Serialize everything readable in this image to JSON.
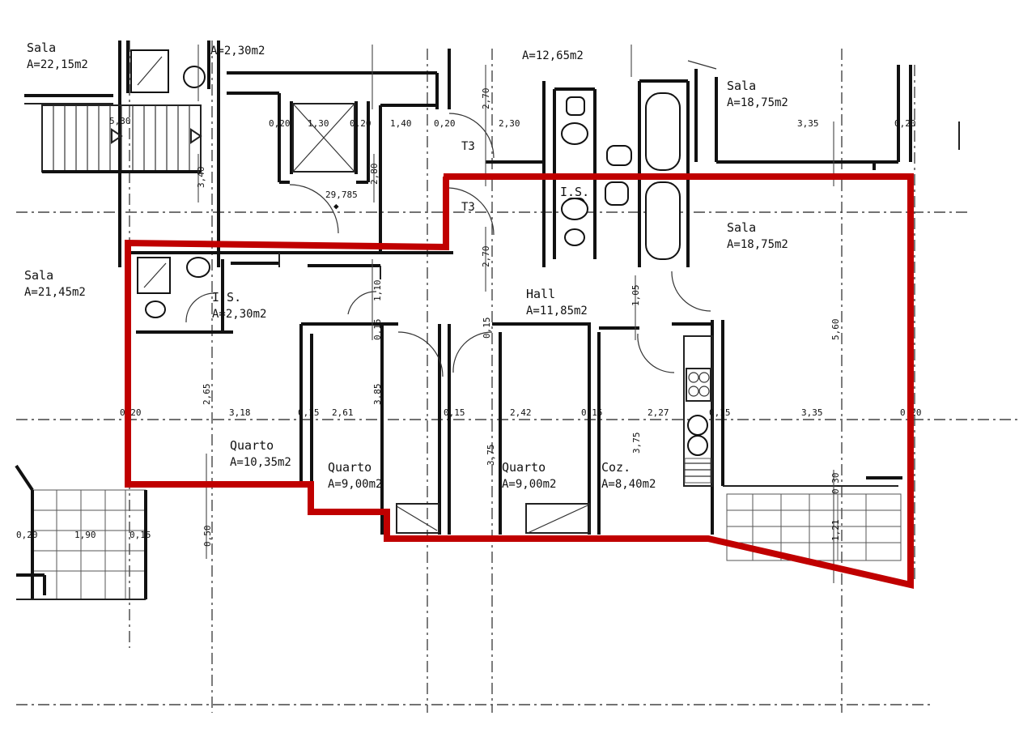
{
  "colors": {
    "outline": "#c00000",
    "lines": "#111111",
    "background": "#ffffff"
  },
  "rooms": {
    "sala_top_left": {
      "name": "Sala",
      "area": "A=22,15m2"
    },
    "sala_mid_left": {
      "name": "Sala",
      "area": "A=21,45m2"
    },
    "sala_top_right": {
      "name": "Sala",
      "area": "A=18,75m2"
    },
    "sala_right": {
      "name": "Sala",
      "area": "A=18,75m2"
    },
    "is_top": {
      "area": "A=2,30m2"
    },
    "is_left": {
      "name": "I.S.",
      "area": "A=2,30m2"
    },
    "is_center": {
      "name": "I.S."
    },
    "hall": {
      "name": "Hall",
      "area": "A=11,85m2"
    },
    "quarto_1": {
      "name": "Quarto",
      "area": "A=10,35m2"
    },
    "quarto_2": {
      "name": "Quarto",
      "area": "A=9,00m2"
    },
    "quarto_3": {
      "name": "Quarto",
      "area": "A=9,00m2"
    },
    "cozinha": {
      "name": "Coz.",
      "area": "A=8,40m2"
    },
    "top_partial": {
      "area": "A=12,65m2"
    }
  },
  "notes": {
    "elevation": "29,785",
    "t3_upper": "T3",
    "t3_lower": "T3"
  },
  "dimensions": {
    "d_530": "5,30",
    "d_020a": "0,20",
    "d_130": "1,30",
    "d_020b": "0,20",
    "d_140": "1,40",
    "d_020c": "0,20",
    "d_230": "2,30",
    "d_335a": "3,35",
    "d_020d": "0,20",
    "d_270a": "2,70",
    "d_270b": "2,70",
    "d_280": "2,80",
    "d_340": "3,40",
    "d_020e": "0,20",
    "d_318": "3,18",
    "d_015a": "0,15",
    "d_261": "2,61",
    "d_015b": "0,15",
    "d_242": "2,42",
    "d_015c": "0,15",
    "d_227": "2,27",
    "d_015d": "0,15",
    "d_335b": "3,35",
    "d_020f": "0,20",
    "d_265": "2,65",
    "d_385": "3,85",
    "d_375a": "3,75",
    "d_375b": "3,75",
    "d_560": "5,60",
    "d_110": "1,10",
    "d_015e": "0,15",
    "d_015f": "0,15",
    "d_105": "1,05",
    "d_190": "1,90",
    "d_015g": "0,15",
    "d_020g": "0,20",
    "d_050": "0,50",
    "d_121": "1,21",
    "d_030": "0,30"
  }
}
